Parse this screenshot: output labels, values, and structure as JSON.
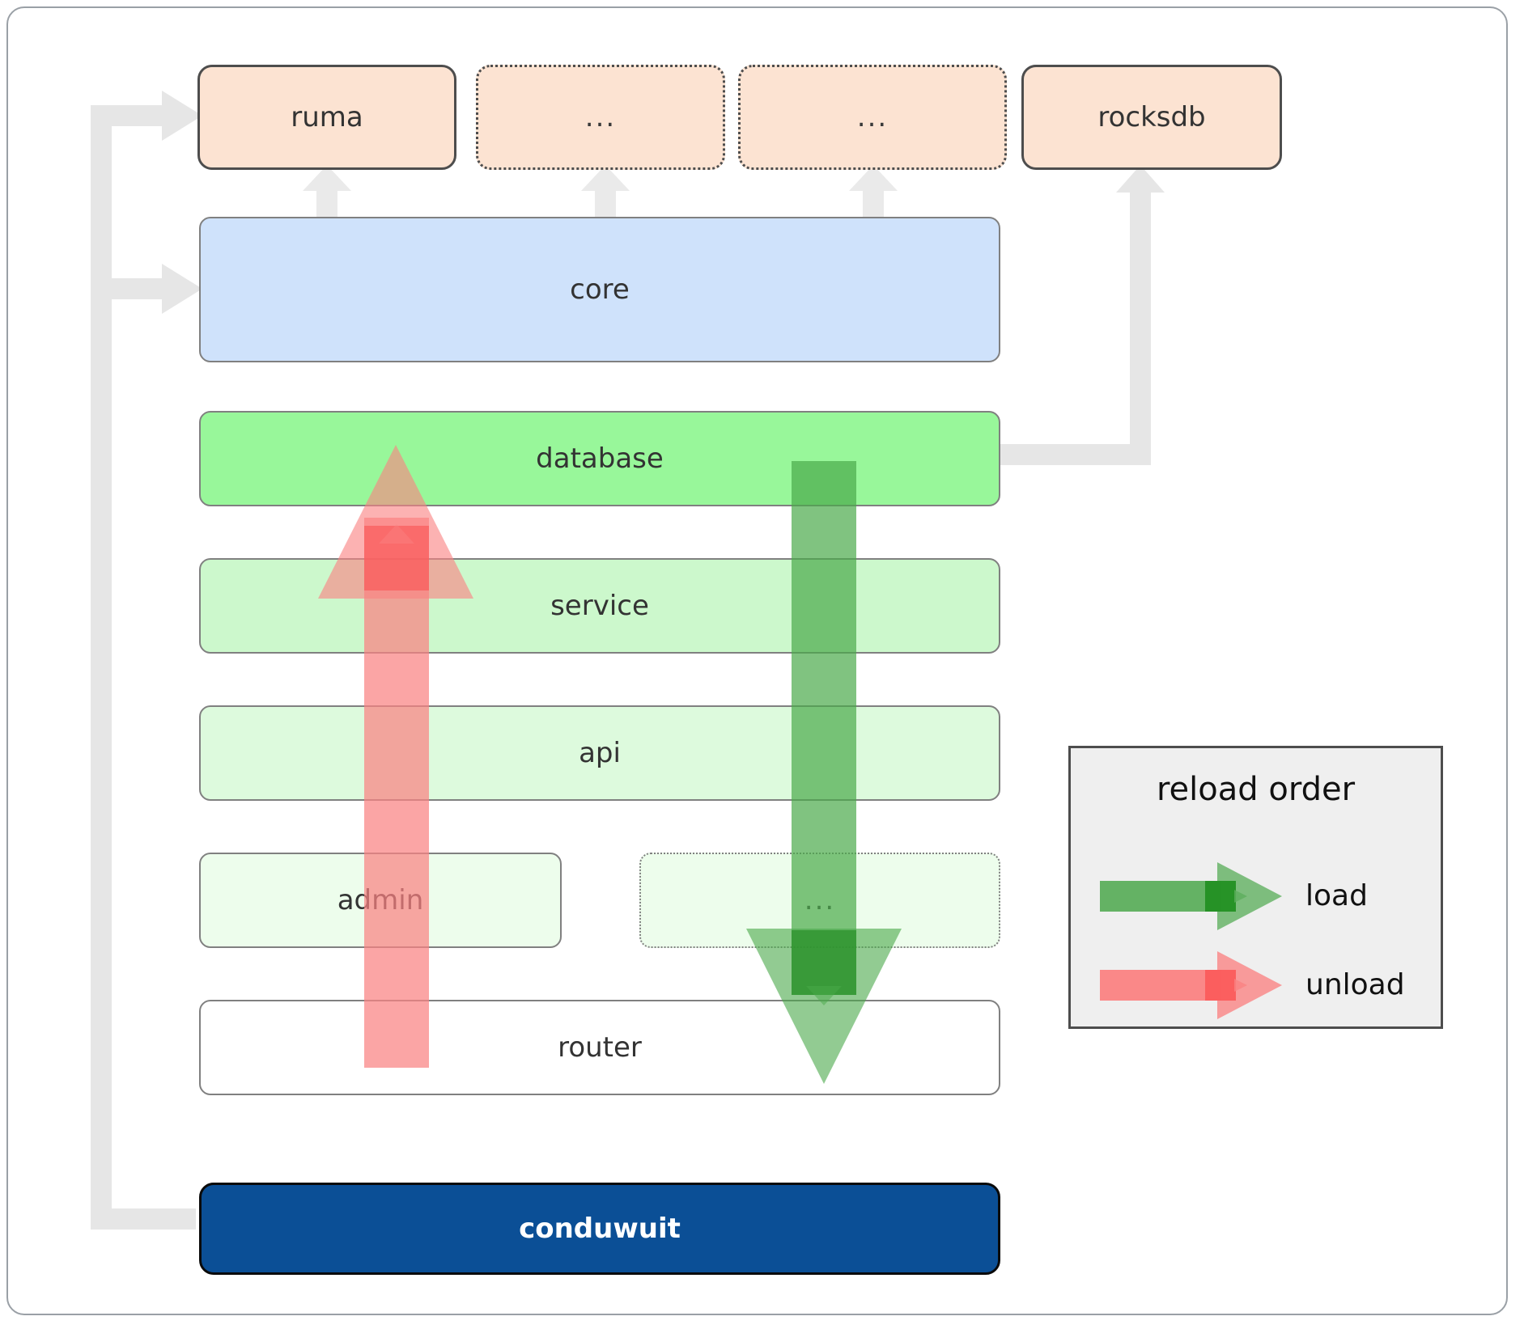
{
  "diagram": {
    "title": "conduwuit crate dependency / reload order diagram",
    "dependencies": [
      {
        "id": "ruma",
        "label": "ruma",
        "style": "solid"
      },
      {
        "id": "dep-dots-1",
        "label": "...",
        "style": "dotted"
      },
      {
        "id": "dep-dots-2",
        "label": "...",
        "style": "dotted"
      },
      {
        "id": "rocksdb",
        "label": "rocksdb",
        "style": "solid"
      }
    ],
    "core": {
      "id": "core",
      "label": "core"
    },
    "layers": [
      {
        "id": "database",
        "label": "database",
        "style": "solid"
      },
      {
        "id": "service",
        "label": "service",
        "style": "solid"
      },
      {
        "id": "api",
        "label": "api",
        "style": "solid"
      },
      {
        "id": "admin",
        "label": "admin",
        "style": "solid"
      },
      {
        "id": "layer-dots",
        "label": "...",
        "style": "dotted"
      },
      {
        "id": "router",
        "label": "router",
        "style": "solid"
      }
    ],
    "app": {
      "id": "conduwuit",
      "label": "conduwuit"
    },
    "legend": {
      "title": "reload order",
      "entries": [
        {
          "id": "load",
          "label": "load",
          "color": "#5cae5c"
        },
        {
          "id": "unload",
          "label": "unload",
          "color": "#fa8282"
        }
      ]
    },
    "colors": {
      "dependency_fill": "#fce3d2",
      "dependency_stroke": "#4d4d4d",
      "core_fill": "#cfe2fb",
      "database_fill": "#98f79a",
      "service_fill": "#ccf8cc",
      "api_fill": "#ddfadd",
      "admin_fill": "#edfdec",
      "router_fill": "#ffffff",
      "app_fill": "#0b4f96",
      "app_text": "#ffffff",
      "connector_grey": "#e6e6e6",
      "legend_bg": "#efefef",
      "legend_border": "#4d4d4d",
      "load_arrow": "#5cae5c",
      "unload_arrow": "#fa8282",
      "frame_border": "#9aa0a6"
    }
  }
}
